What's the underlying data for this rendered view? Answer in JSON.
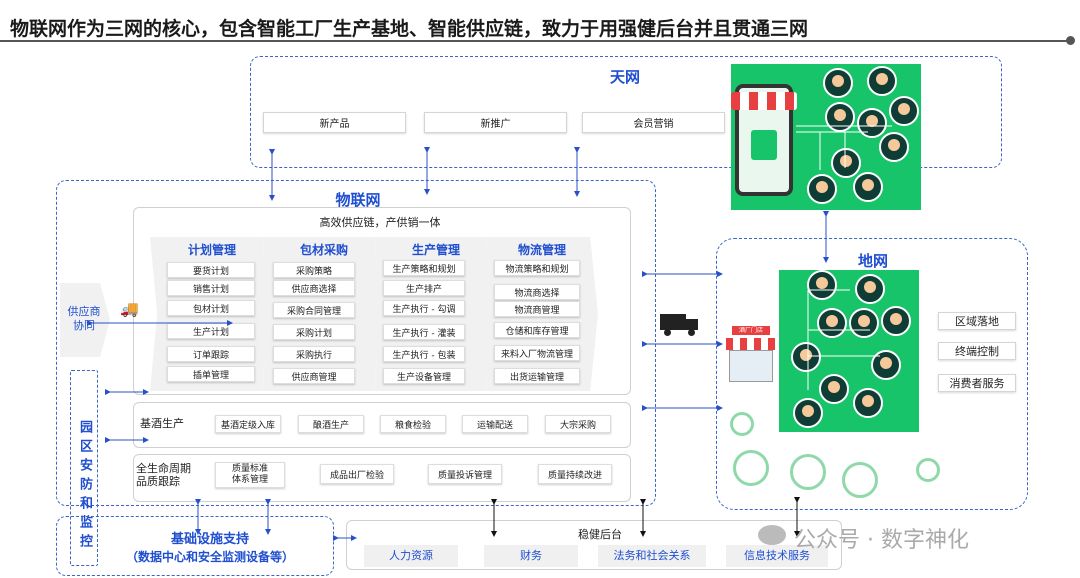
{
  "title": "物联网作为三网的核心，包含智能工厂生产基地、智能供应链，致力于用强健后台并且贯通三网",
  "tianwang": {
    "title": "天网",
    "items": [
      "新产品",
      "新推广",
      "会员营销"
    ]
  },
  "wulianwang": {
    "title": "物联网",
    "supply_chain_label": "高效供应链，产供销一体",
    "columns": [
      {
        "head": "计划管理",
        "items": [
          "要货计划",
          "销售计划",
          "包材计划",
          "生产计划",
          "订单跟踪",
          "插单管理"
        ]
      },
      {
        "head": "包材采购",
        "items": [
          "采购策略",
          "供应商选择",
          "采购合同管理",
          "采购计划",
          "采购执行",
          "供应商管理"
        ]
      },
      {
        "head": "生产管理",
        "items": [
          "生产策略和规划",
          "生产排产",
          "生产执行 - 勾调",
          "生产执行 - 灌装",
          "生产执行 - 包装",
          "生产设备管理"
        ]
      },
      {
        "head": "物流管理",
        "items": [
          "物流策略和规划",
          "物流商选择",
          "物流商管理",
          "仓储和库存管理",
          "来料入厂物流管理",
          "出货运输管理"
        ]
      }
    ],
    "base_wine": {
      "label": "基酒生产",
      "items": [
        "基酒定级入库",
        "酿酒生产",
        "粮食检验",
        "运输配送",
        "大宗采购"
      ]
    },
    "quality": {
      "label": "全生命周期\n品质跟踪",
      "items": [
        "质量标准\n体系管理",
        "成品出厂检验",
        "质量投诉管理",
        "质量持续改进"
      ]
    }
  },
  "supplier": "供应商\n协同",
  "park_security": "园区安防和监控",
  "infrastructure": {
    "line1": "基础设施支持",
    "line2": "（数据中心和安全监测设备等）"
  },
  "backend": {
    "title": "稳健后台",
    "items": [
      "人力资源",
      "财务",
      "法务和社会关系",
      "信息技术服务"
    ]
  },
  "diwang": {
    "title": "地网",
    "items": [
      "区域落地",
      "终端控制",
      "消费者服务"
    ],
    "store_sign": "酒厂门店"
  },
  "watermark": "公众号 · 数字神化",
  "colors": {
    "accent": "#1f4fd0",
    "green": "#17c46a",
    "dash": "#3a64c8"
  }
}
